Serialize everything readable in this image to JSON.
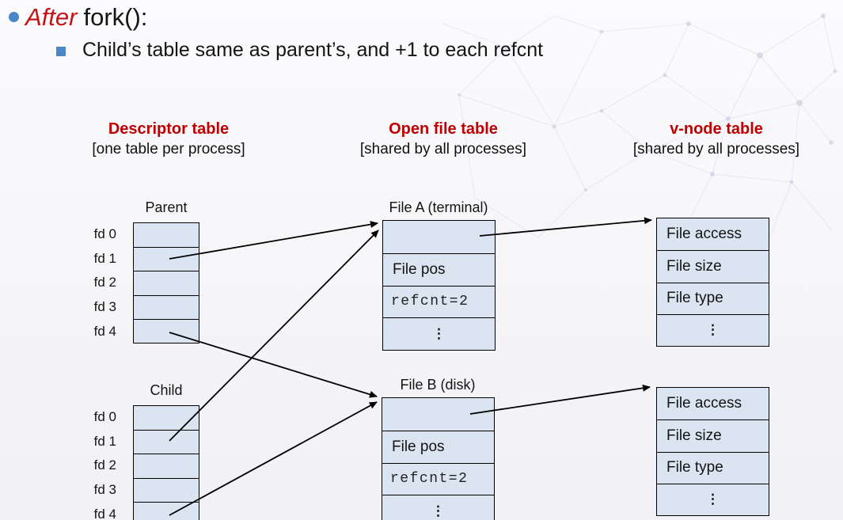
{
  "bullets": {
    "first_emphasis": "After",
    "first_rest": "fork():",
    "second": "Child’s table same as parent’s, and +1 to each refcnt"
  },
  "columns": [
    {
      "title": "Descriptor table",
      "subtitle": "[one table per process]"
    },
    {
      "title": "Open file table",
      "subtitle": "[shared by all processes]"
    },
    {
      "title": "v-node table",
      "subtitle": "[shared by all processes]"
    }
  ],
  "descriptor_tables": [
    {
      "name": "Parent",
      "fd_labels": [
        "fd 0",
        "fd 1",
        "fd 2",
        "fd 3",
        "fd 4"
      ]
    },
    {
      "name": "Child",
      "fd_labels": [
        "fd 0",
        "fd 1",
        "fd 2",
        "fd 3",
        "fd 4"
      ]
    }
  ],
  "open_file_tables": [
    {
      "title": "File A (terminal)",
      "rows": [
        "",
        "File pos",
        "refcnt=2",
        "⋮"
      ]
    },
    {
      "title": "File B (disk)",
      "rows": [
        "",
        "File pos",
        "refcnt=2",
        "⋮"
      ]
    }
  ],
  "vnode_tables": [
    {
      "rows": [
        "File access",
        "File size",
        "File type",
        "⋮"
      ]
    },
    {
      "rows": [
        "File access",
        "File size",
        "File type",
        "⋮"
      ]
    }
  ],
  "colors": {
    "accent_red": "#c00000",
    "bullet_blue": "#4a86c8",
    "cell_fill": "#dbe5f2",
    "line_black": "#000000"
  }
}
